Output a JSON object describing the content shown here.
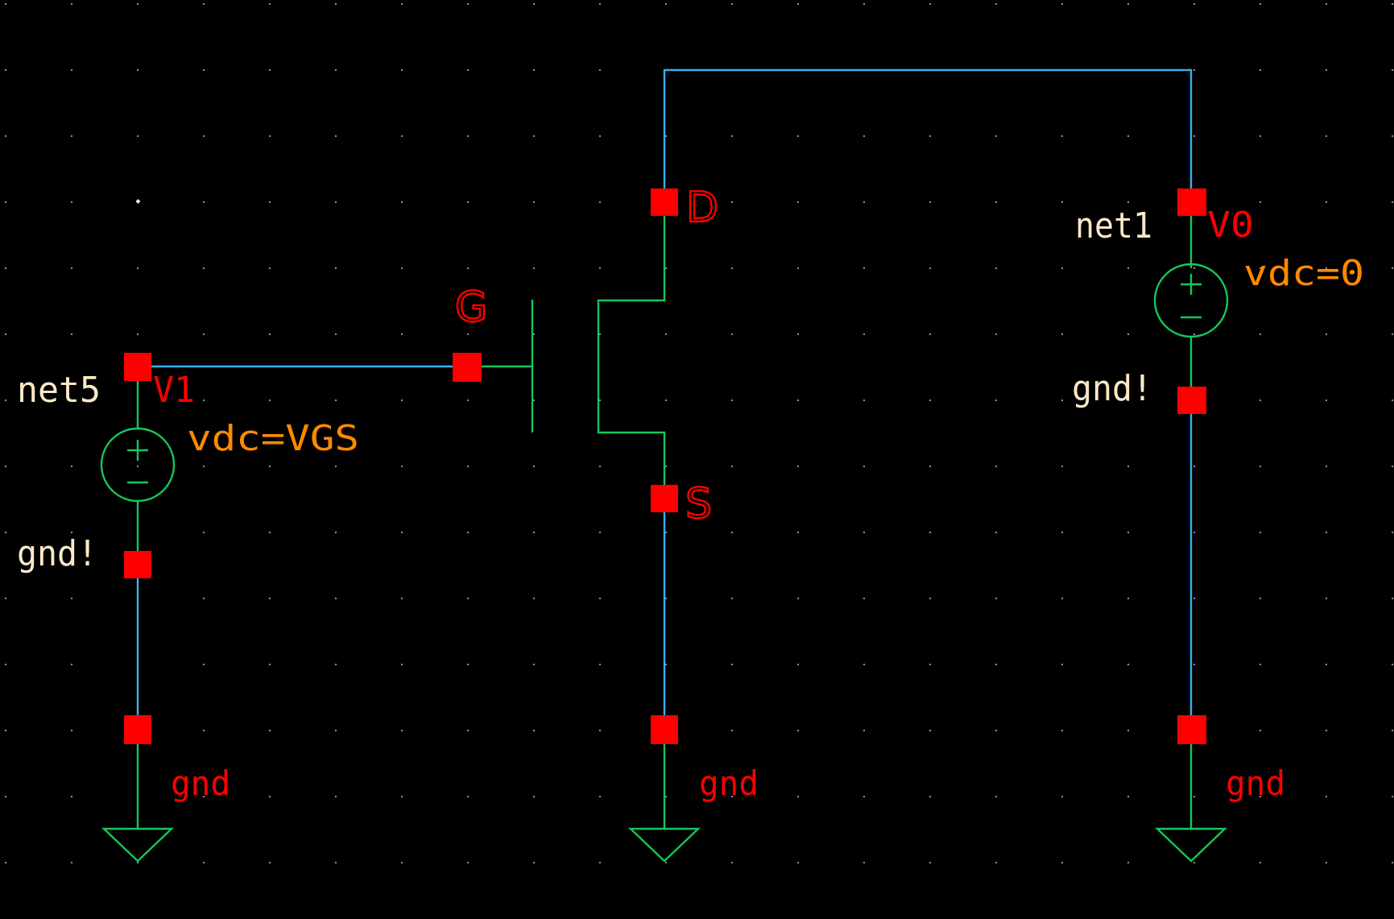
{
  "app": "Schematic editor canvas",
  "colors": {
    "background": "#000000",
    "grid_dot": "#8d8fb0",
    "wire": "#3bb0f0",
    "symbol": "#13c85a",
    "pin": "#ff0000",
    "instance_label": "#ff0000",
    "net_label": "#fde9c7",
    "parameter_label": "#ff8a00"
  },
  "schematic": {
    "transistor": {
      "pins": {
        "gate": "G",
        "drain": "D",
        "source": "S"
      }
    },
    "sources": [
      {
        "instance": "V1",
        "net": "net5",
        "parameter": "vdc=VGS",
        "ground_net": "gnd!"
      },
      {
        "instance": "V0",
        "net": "net1",
        "parameter": "vdc=0",
        "ground_net": "gnd!"
      }
    ],
    "grounds": [
      {
        "label": "gnd"
      },
      {
        "label": "gnd"
      },
      {
        "label": "gnd"
      }
    ],
    "symbols": {
      "plus": "+",
      "minus": "−"
    }
  }
}
